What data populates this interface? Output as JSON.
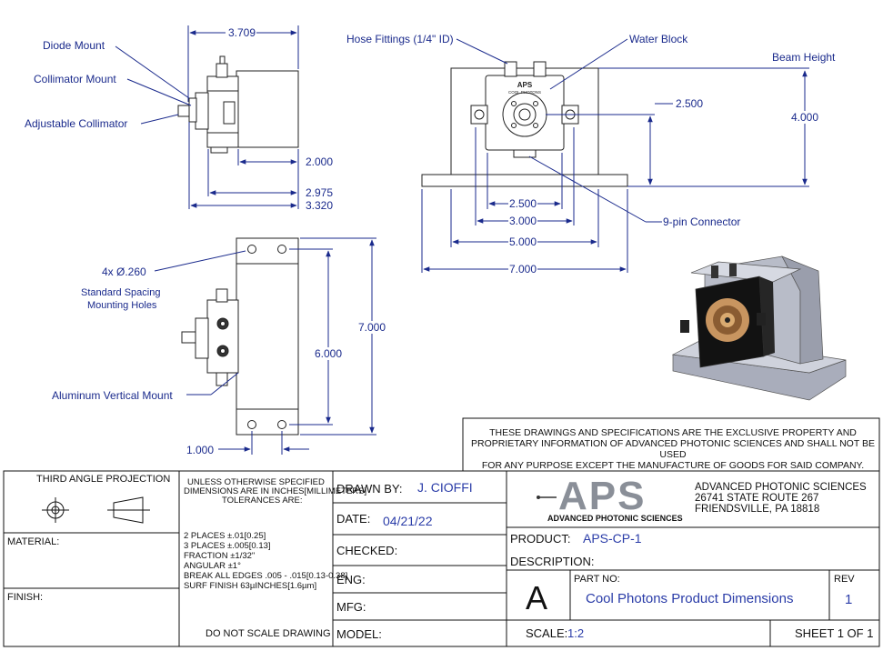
{
  "views": {
    "side": {
      "labels": {
        "diode_mount": "Diode Mount",
        "collimator_mount": "Collimator Mount",
        "adjustable_collimator": "Adjustable Collimator"
      },
      "dims": {
        "d3709": "3.709",
        "d2000": "2.000",
        "d2975": "2.975",
        "d3320": "3.320"
      }
    },
    "front": {
      "labels": {
        "hose_fittings": "Hose Fittings (1/4\" ID)",
        "water_block": "Water Block",
        "beam_height": "Beam Height",
        "nine_pin": "9-pin Connector",
        "logo_small_top": "APS",
        "logo_small_bottom": "COOL PHOTONS"
      },
      "dims": {
        "d2500_right": "2.500",
        "d4000": "4.000",
        "d2500": "2.500",
        "d3000": "3.000",
        "d5000": "5.000",
        "d7000": "7.000"
      }
    },
    "top": {
      "labels": {
        "holes": "4x Ø.260",
        "std_spacing_1": "Standard Spacing",
        "std_spacing_2": "Mounting Holes",
        "aluminum_mount": "Aluminum Vertical Mount"
      },
      "dims": {
        "d6000": "6.000",
        "d7000": "7.000",
        "d1000": "1.000"
      }
    }
  },
  "notice": [
    "THESE DRAWINGS AND SPECIFICATIONS ARE THE EXCLUSIVE PROPERTY AND",
    "PROPRIETARY INFORMATION OF ADVANCED PHOTONIC SCIENCES AND SHALL NOT BE USED",
    "FOR ANY PURPOSE EXCEPT THE MANUFACTURE OF GOODS FOR SAID COMPANY."
  ],
  "title_block": {
    "projection": "THIRD ANGLE PROJECTION",
    "material_label": "MATERIAL:",
    "finish_label": "FINISH:",
    "unless_1": "UNLESS OTHERWISE SPECIFIED",
    "unless_2": "DIMENSIONS ARE IN INCHES[MILLIMETERS]",
    "unless_3": "TOLERANCES ARE:",
    "tol_1": "2 PLACES   ±.01[0.25]",
    "tol_2": "3 PLACES   ±.005[0.13]",
    "tol_3": "FRACTION  ±1/32\"",
    "tol_4": "ANGULAR  ±1°",
    "tol_5": "BREAK ALL EDGES .005 - .015[0.13-0.38]",
    "tol_6": "SURF FINISH 63µINCHES[1.6µm]",
    "do_not_scale": "DO NOT SCALE DRAWING",
    "drawn_by_label": "DRAWN BY:",
    "drawn_by_value": "J. CIOFFI",
    "date_label": "DATE:",
    "date_value": "04/21/22",
    "checked_label": "CHECKED:",
    "eng_label": "ENG:",
    "mfg_label": "MFG:",
    "model_label": "MODEL:",
    "company_logo": "APS",
    "company_logo_sub": "ADVANCED PHOTONIC SCIENCES",
    "company_name": "ADVANCED PHOTONIC SCIENCES",
    "company_street": "26741 STATE ROUTE 267",
    "company_city": "FRIENDSVILLE, PA 18818",
    "product_label": "PRODUCT:",
    "product_value": "APS-CP-1",
    "description_label": "DESCRIPTION:",
    "size": "A",
    "part_no_label": "PART NO:",
    "part_no_value": "Cool Photons Product Dimensions",
    "rev_label": "REV",
    "rev_value": "1",
    "scale_label": "SCALE:",
    "scale_value": "1:2",
    "sheet": "SHEET 1 OF 1"
  }
}
